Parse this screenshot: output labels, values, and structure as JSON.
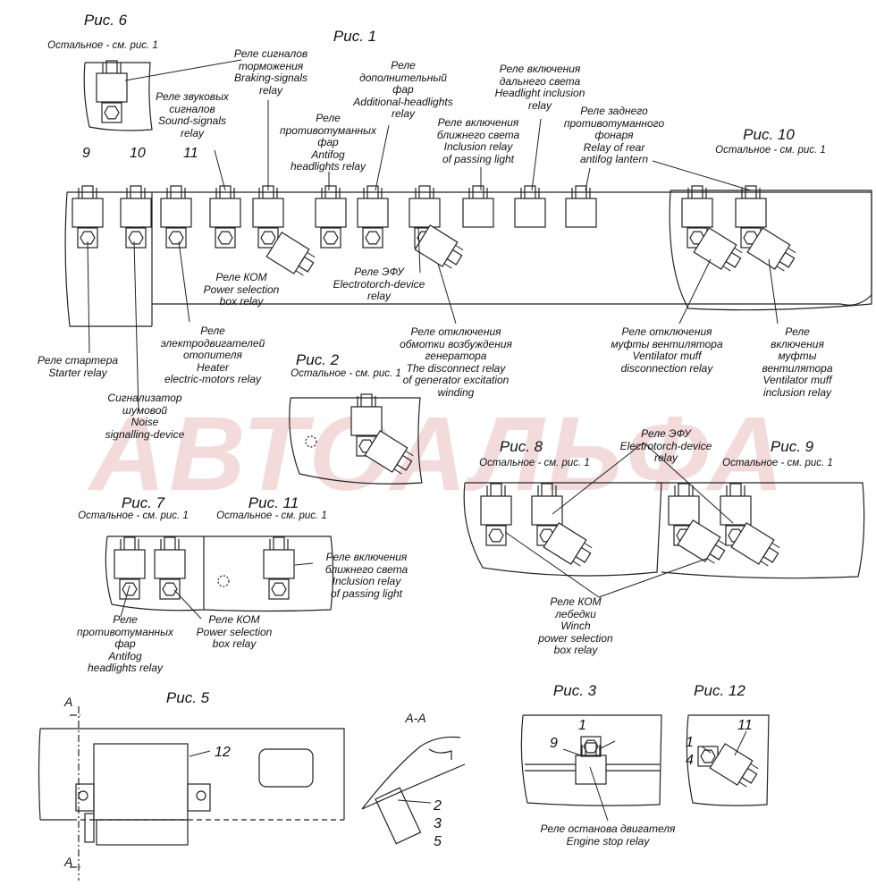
{
  "watermark": "АВТОАЛЬФА",
  "fig6": {
    "title": "Рис. 6",
    "note": "Остальное - см. рис. 1"
  },
  "fig1": {
    "title": "Рис. 1",
    "numbers": [
      "9",
      "10",
      "11"
    ]
  },
  "fig10": {
    "title": "Рис. 10",
    "note": "Остальное - см. рис. 1"
  },
  "fig2": {
    "title": "Рис. 2",
    "note": "Остальное - см. рис. 1"
  },
  "fig8": {
    "title": "Рис. 8",
    "note": "Остальное - см. рис. 1"
  },
  "fig9": {
    "title": "Рис. 9",
    "note": "Остальное - см. рис. 1"
  },
  "fig7": {
    "title": "Рис. 7",
    "note": "Остальное - см. рис. 1"
  },
  "fig11": {
    "title": "Рис. 11",
    "note": "Остальное - см. рис. 1"
  },
  "fig5": {
    "title": "Рис. 5",
    "section": "А-А",
    "cut_a": "А",
    "cut_b": "А",
    "n12": "12",
    "n2": "2",
    "n3": "3",
    "n5": "5"
  },
  "fig3": {
    "title": "Рис. 3",
    "n1": "1",
    "n9": "9"
  },
  "fig12": {
    "title": "Рис. 12",
    "n1": "1",
    "n4": "4",
    "n11": "11"
  },
  "labels": {
    "braking": "Реле сигналов\nторможения\nBraking-signals\nrelay",
    "additional": "Реле\nдополнительный\nфар\nAdditional-headlights\nrelay",
    "sound": "Реле звуковых\nсигналов\nSound-signals\nrelay",
    "antifog": "Реле\nпротивотуманных\nфар\nAntifog\nheadlights relay",
    "passing": "Реле включения\nближнего света\nInclusion relay\nof passing light",
    "headlight": "Реле включения\nдальнего света\nHeadlight inclusion\nrelay",
    "rear_antifog": "Реле заднего\nпротивотуманного\nфонаря\nRelay of rear\nantifog lantern",
    "kom": "Реле КОМ\nPower selection\nbox relay",
    "efu": "Реле ЭФУ\nElectrotorch-device\nrelay",
    "heater": "Реле\nэлектродвигателей\nотопителя\nHeater\nelectric-motors relay",
    "starter": "Реле стартера\nStarter relay",
    "disconnect": "Реле отключения\nобмотки возбуждения\nгенератора\nThe disconnect relay\nof generator excitation\nwinding",
    "vent_off": "Реле отключения\nмуфты вентилятора\nVentilator muff\ndisconnection relay",
    "vent_on": "Реле включения\nмуфты вентилятора\nVentilator muff\ninclusion relay",
    "noise": "Сигнализатор\nшумовой\nNoise\nsignalling-device",
    "efu2": "Реле ЭФУ\nElectrotorch-device\nrelay",
    "passing2": "Реле включения\nближнего света\nInclusion relay\nof passing light",
    "antifog2": "Реле\nпротивотуманных\nфар\nAntifog\nheadlights relay",
    "kom2": "Реле КОМ\nPower selection\nbox relay",
    "winch": "Реле КОМ\nлебедки\nWinch\npower selection\nbox relay",
    "engine_stop": "Реле останова двигателя\nEngine stop relay"
  }
}
